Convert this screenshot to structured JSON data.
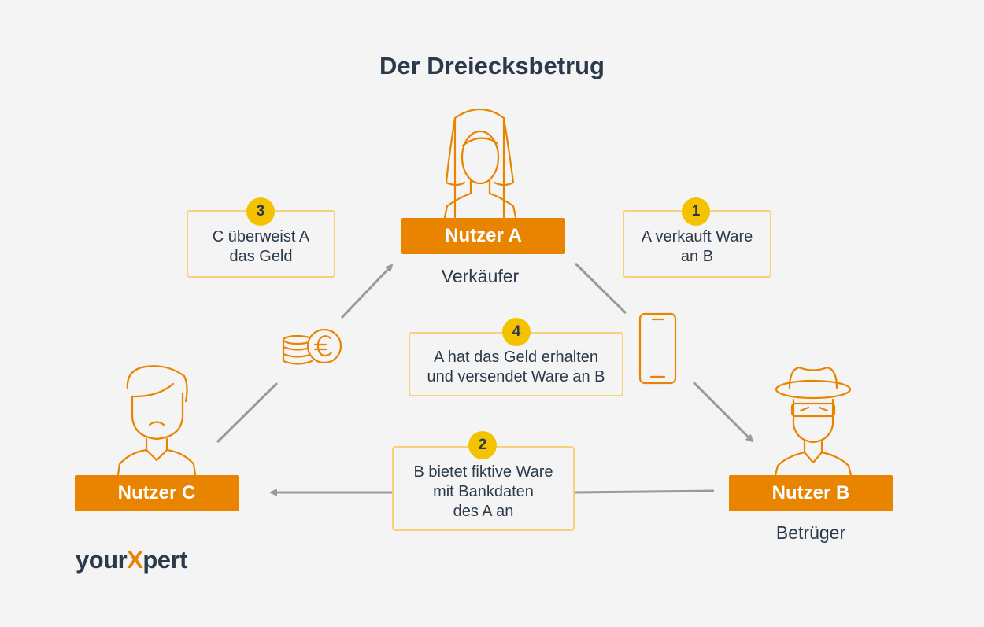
{
  "title": "Der Dreiecksbetrug",
  "users": {
    "a": {
      "label": "Nutzer A",
      "role": "Verkäufer"
    },
    "b": {
      "label": "Nutzer B",
      "role": "Betrüger"
    },
    "c": {
      "label": "Nutzer C"
    }
  },
  "steps": [
    {
      "number": "1",
      "text_line1": "A verkauft Ware",
      "text_line2": "an B"
    },
    {
      "number": "2",
      "text_line1": "B bietet fiktive Ware",
      "text_line2": "mit Bankdaten",
      "text_line3": "des A an"
    },
    {
      "number": "3",
      "text_line1": "C überweist A",
      "text_line2": "das Geld"
    },
    {
      "number": "4",
      "text_line1": "A hat das Geld erhalten",
      "text_line2": "und versendet Ware an B"
    }
  ],
  "logo": {
    "part1": "your",
    "part2": "X",
    "part3": "pert"
  },
  "colors": {
    "accent": "#e98400",
    "badge": "#f5c200",
    "text": "#2b3a4a",
    "arrow": "#9a9a9a",
    "box_border": "#f7d27a"
  },
  "icons": [
    "woman-icon",
    "man-icon",
    "bandit-icon",
    "smartphone-icon",
    "coins-euro-icon"
  ]
}
